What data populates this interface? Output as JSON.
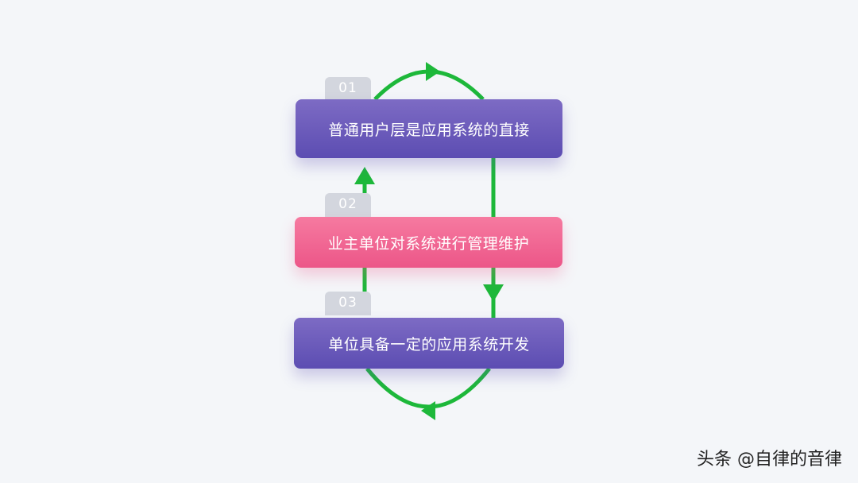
{
  "steps": [
    {
      "number": "01",
      "text": "普通用户层是应用系统的直接"
    },
    {
      "number": "02",
      "text": "业主单位对系统进行管理维护"
    },
    {
      "number": "03",
      "text": "单位具备一定的应用系统开发"
    }
  ],
  "watermark": "头条 @自律的音律",
  "colors": {
    "arrow": "#1db83a",
    "card_purple": "#6a59bb",
    "card_pink": "#f0608f",
    "tab": "#d3d6de",
    "background": "#f4f6f9"
  }
}
